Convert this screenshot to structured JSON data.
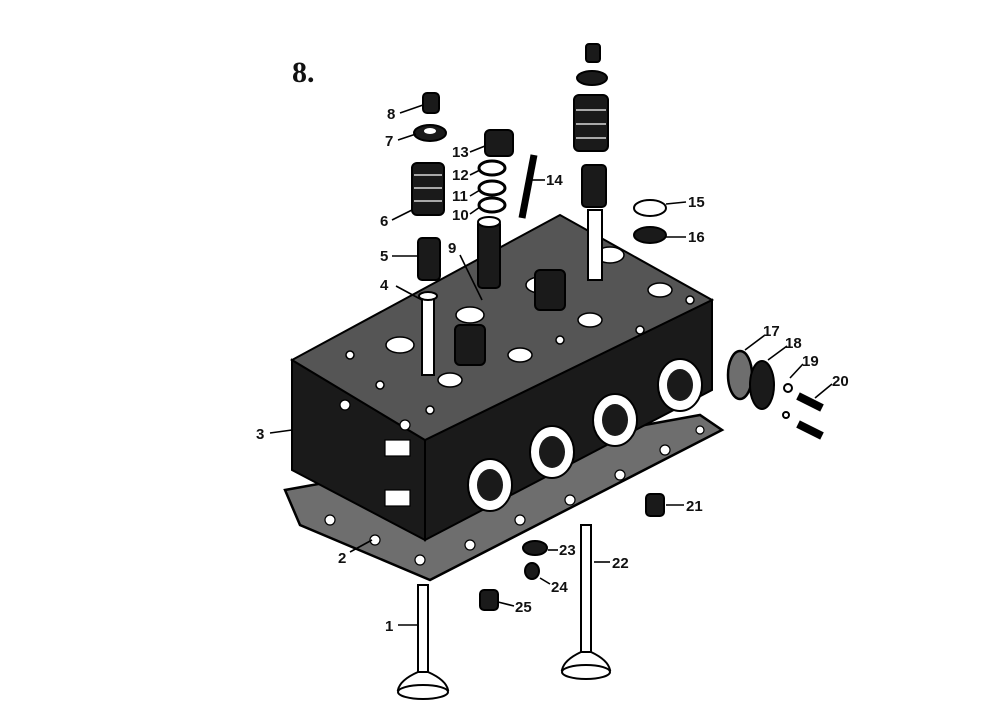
{
  "figure": {
    "number": "8."
  },
  "callouts": [
    {
      "id": "1",
      "label": "1"
    },
    {
      "id": "2",
      "label": "2"
    },
    {
      "id": "3",
      "label": "3"
    },
    {
      "id": "4",
      "label": "4"
    },
    {
      "id": "5",
      "label": "5"
    },
    {
      "id": "6",
      "label": "6"
    },
    {
      "id": "7",
      "label": "7"
    },
    {
      "id": "8",
      "label": "8"
    },
    {
      "id": "9",
      "label": "9"
    },
    {
      "id": "10",
      "label": "10"
    },
    {
      "id": "11",
      "label": "11"
    },
    {
      "id": "12",
      "label": "12"
    },
    {
      "id": "13",
      "label": "13"
    },
    {
      "id": "14",
      "label": "14"
    },
    {
      "id": "15",
      "label": "15"
    },
    {
      "id": "16",
      "label": "16"
    },
    {
      "id": "17",
      "label": "17"
    },
    {
      "id": "18",
      "label": "18"
    },
    {
      "id": "19",
      "label": "19"
    },
    {
      "id": "20",
      "label": "20"
    },
    {
      "id": "21",
      "label": "21"
    },
    {
      "id": "22",
      "label": "22"
    },
    {
      "id": "23",
      "label": "23"
    },
    {
      "id": "24",
      "label": "24"
    },
    {
      "id": "25",
      "label": "25"
    }
  ],
  "colors": {
    "ink": "#1a1a1a",
    "paper": "#ffffff",
    "gasket": "#6e6e6e"
  }
}
